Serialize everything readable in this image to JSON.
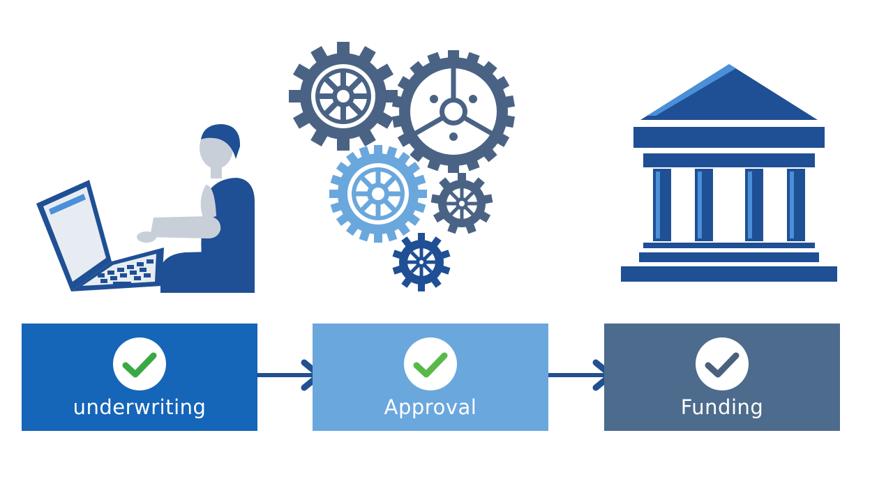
{
  "stages": [
    {
      "label": "underwriting",
      "status": "complete",
      "box_color": "#1565b8",
      "check_color": "#3aa845"
    },
    {
      "label": "Approval",
      "status": "complete",
      "box_color": "#6aa7dd",
      "check_color": "#58b947"
    },
    {
      "label": "Funding",
      "status": "complete",
      "box_color": "#4d6b8c",
      "check_color": "#4a607c"
    }
  ],
  "colors": {
    "primary": "#1f4f94",
    "light_blue": "#6aa7dd",
    "slate": "#4d6b8c",
    "arrow": "#23508f"
  },
  "illustrations": [
    "person-at-laptop-icon",
    "gears-icon",
    "bank-building-icon"
  ]
}
